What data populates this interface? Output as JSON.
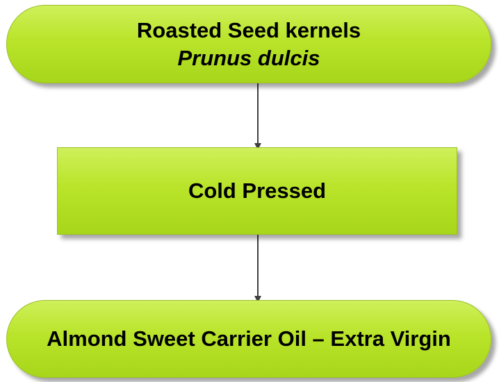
{
  "nodes": {
    "source": {
      "title": "Roasted Seed kernels",
      "subtitle": "Prunus dulcis"
    },
    "process": {
      "title": "Cold Pressed"
    },
    "product": {
      "title": "Almond Sweet Carrier Oil – Extra Virgin"
    }
  },
  "colors": {
    "node_fill": "#b9e42a",
    "node_border": "#9bbf2a",
    "arrow": "#404040"
  }
}
